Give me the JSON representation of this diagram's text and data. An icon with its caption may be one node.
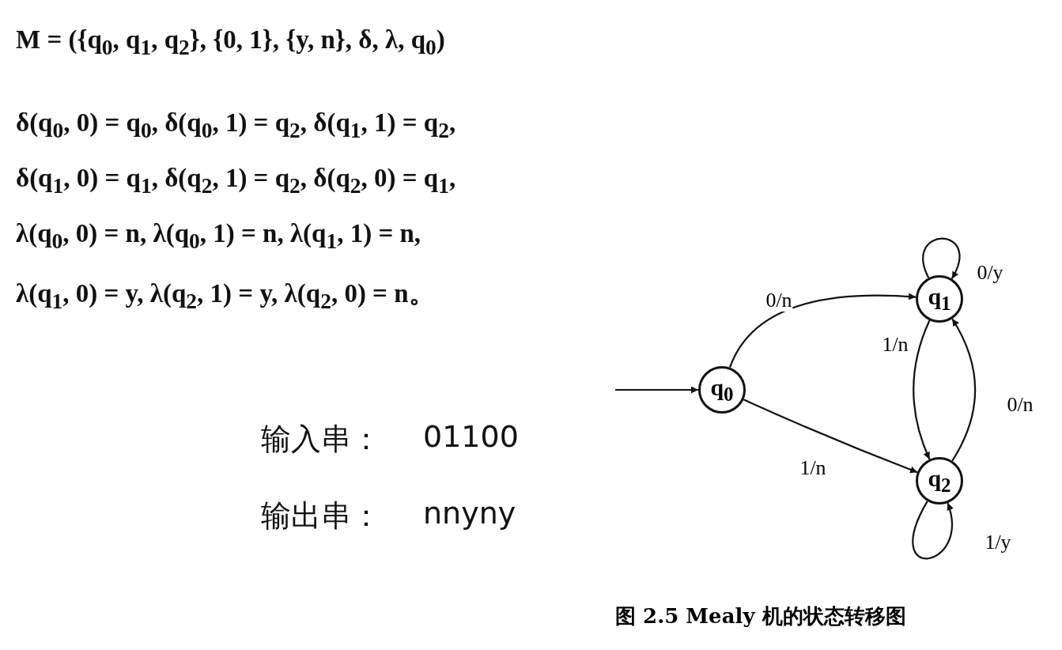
{
  "diagram": {
    "caption": "图 2.5 Mealy 机的状态转移图",
    "nodes": [
      {
        "text": [
          "q$_{0}$"
        ]
      },
      {
        "text": [
          "q$_{1}$"
        ]
      },
      {
        "text": [
          "q$_{2}$"
        ]
      }
    ],
    "edges": [
      {
        "from": null,
        "to": 0,
        "arrow": "to"
      },
      {
        "from": 0,
        "to": 1,
        "arrow": "to",
        "label": "0/n"
      },
      {
        "from": 0,
        "to": 2,
        "arrow": "to",
        "label": "1/n"
      },
      {
        "from": 1,
        "to": 1,
        "arrow": "to",
        "label": "0/y"
      },
      {
        "from": 1,
        "to": 2,
        "arrow": "to",
        "label": "1/n"
      },
      {
        "from": 2,
        "to": 1,
        "arrow": "to",
        "label": "0/n"
      },
      {
        "from": 2,
        "to": 2,
        "arrow": "to",
        "label": "1/y"
      }
    ],
    "labels": [
      "M = ({q$_{0}$, q$_{1}$, q$_{2}$}, {0, 1}, {y, n}, δ, λ, q$_{0}$)",
      "δ(q$_{0}$, 0) = q$_{0}$, δ(q$_{0}$, 1) = q$_{2}$, δ(q$_{1}$, 1) = q$_{2}$,",
      "δ(q$_{1}$, 0) = q$_{1}$, δ(q$_{2}$, 1) = q$_{2}$, δ(q$_{2}$, 0) = q$_{1}$,",
      "λ(q$_{0}$, 0) = n, λ(q$_{0}$, 1) = n, λ(q$_{1}$, 1) = n,",
      "λ(q$_{1}$, 0) = y, λ(q$_{2}$, 1) = y, λ(q$_{2}$, 0) = n。",
      "输入串：",
      "01100",
      "输出串：",
      "nnyny"
    ]
  }
}
